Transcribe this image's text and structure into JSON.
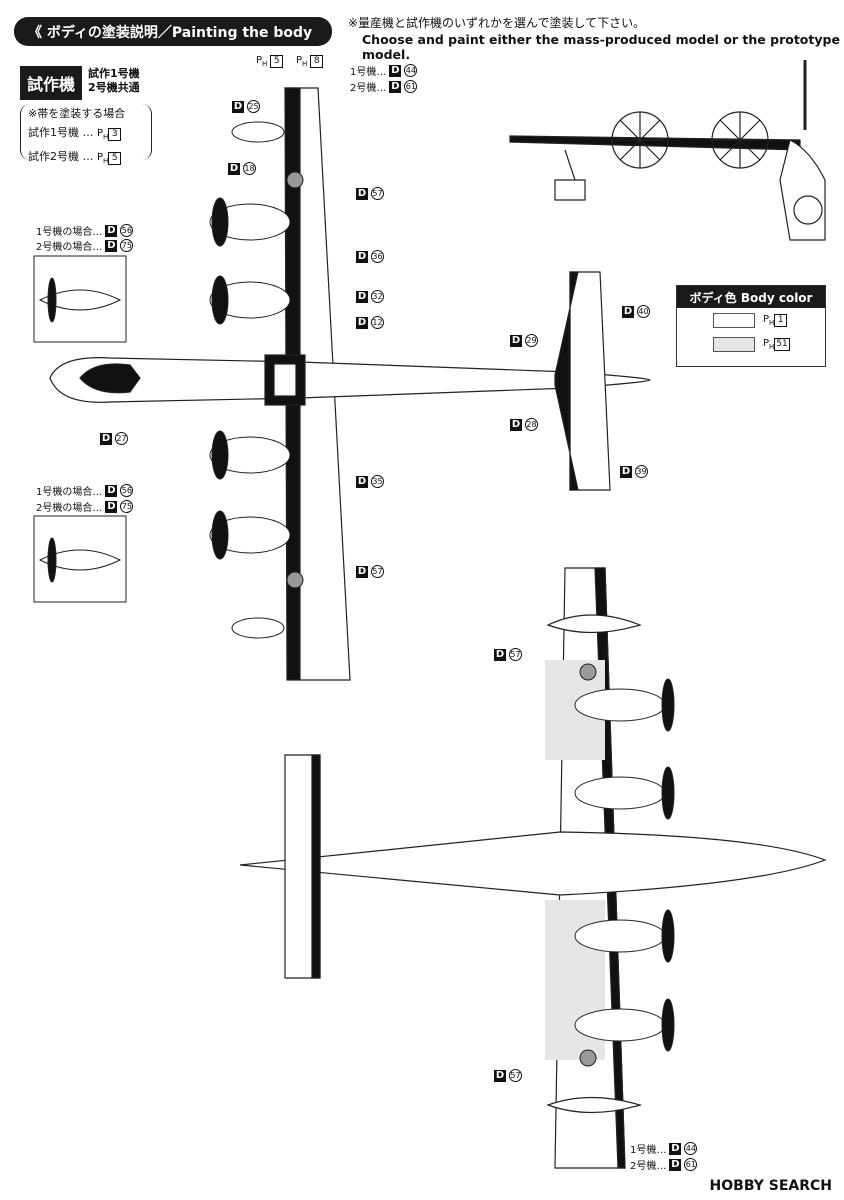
{
  "header": {
    "title": "《 ボディの塗装説明／Painting the body",
    "note_jp": "※量産機と試作機のいずれかを選んで塗装して下さい。",
    "note_en": "Choose and paint either the mass-produced model or the prototype model."
  },
  "prototype": {
    "title": "試作機",
    "sub1": "試作1号機",
    "sub2": "2号機共通",
    "band_title": "※帯を塗装する場合",
    "band_row1_label": "試作1号機 …",
    "band_row1_val": "3",
    "band_row2_label": "試作2号機 …",
    "band_row2_val": "5"
  },
  "body_color": {
    "title": "ボディ色  Body color",
    "row1": "1",
    "row2": "51"
  },
  "labels": {
    "d": "D",
    "p": "P",
    "h": "H",
    "gou1": "1号機…",
    "gou2": "2号機…",
    "case1": "1号機の場合…",
    "case2": "2号機の場合…"
  },
  "watermark": "HOBBY SEARCH"
}
